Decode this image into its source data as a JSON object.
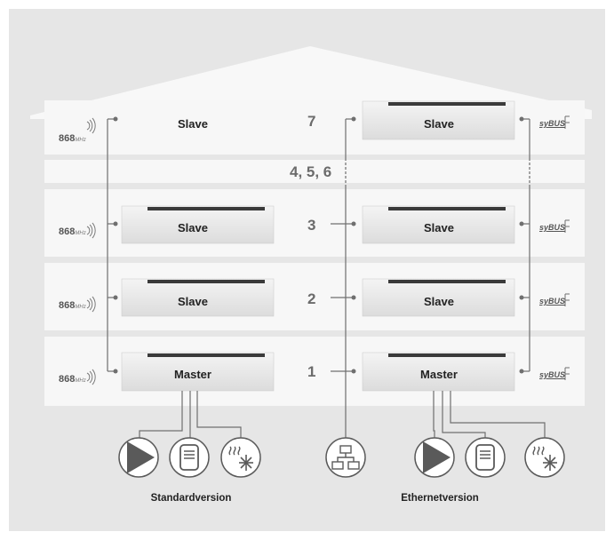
{
  "floor_numbers": {
    "f7": "7",
    "f456": "4, 5, 6",
    "f3": "3",
    "f2": "2",
    "f1": "1"
  },
  "left_units": {
    "f7": "Slave",
    "f3": "Slave",
    "f2": "Slave",
    "f1": "Master"
  },
  "right_units": {
    "f7": "Slave",
    "f3": "Slave",
    "f2": "Slave",
    "f1": "Master"
  },
  "radio": {
    "value": "868",
    "unit": "MHz"
  },
  "bus": {
    "label": "syBUS"
  },
  "captions": {
    "standard": "Standardversion",
    "ethernet": "Ethernetversion"
  },
  "icons": {
    "standard": [
      "pump-icon",
      "boiler-icon",
      "heat-cool-icon"
    ],
    "network": "network-icon",
    "ethernet": [
      "pump-icon",
      "boiler-icon",
      "heat-cool-icon"
    ]
  },
  "colors": {
    "panel": "#e6e6e6",
    "floor": "#f7f7f7",
    "line": "#6f6f6f",
    "number": "#6b6b6b"
  }
}
